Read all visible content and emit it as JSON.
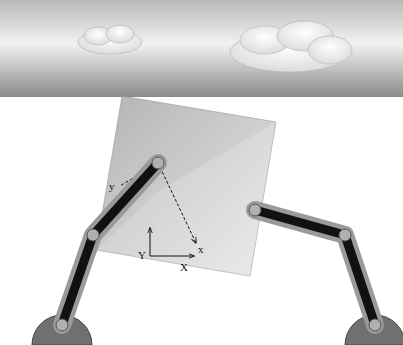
{
  "diagram": {
    "labels": [
      "y",
      "x",
      "Y",
      "X"
    ]
  }
}
